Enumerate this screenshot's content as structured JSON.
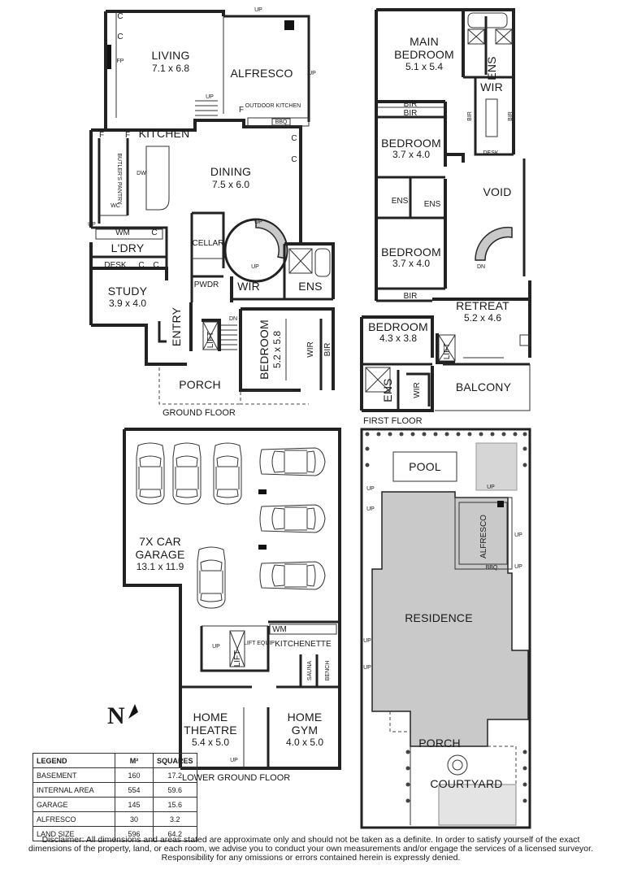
{
  "ground_floor": {
    "label": "GROUND FLOOR",
    "rooms": {
      "living": {
        "name": "LIVING",
        "dim": "7.1 x 6.8"
      },
      "alfresco": {
        "name": "ALFRESCO"
      },
      "outdoor_kitchen": {
        "name": "OUTDOOR KITCHEN"
      },
      "bbq": "BBQ",
      "kitchen": {
        "name": "KITCHEN"
      },
      "dining": {
        "name": "DINING",
        "dim": "7.5 x 6.0"
      },
      "butlers_pantry": "BUTLER'S PANTRY",
      "laundry": {
        "name": "L'DRY"
      },
      "wm": "WM",
      "desk": "DESK",
      "study": {
        "name": "STUDY",
        "dim": "3.9 x 4.0"
      },
      "cellar": "CELLAR",
      "pwdr": "PWDR",
      "wir": "WIR",
      "ens": "ENS",
      "entry": "ENTRY",
      "lift": "LIFT",
      "bedroom": {
        "name": "BEDROOM",
        "dim": "5.2 x 5.8"
      },
      "bir": "BIR",
      "porch": "PORCH"
    },
    "marks": {
      "up": "UP",
      "dn": "DN",
      "c": "C",
      "f": "F",
      "fp": "FP",
      "dw": "DW",
      "wc": "WC"
    }
  },
  "first_floor": {
    "label": "FIRST FLOOR",
    "rooms": {
      "main_bedroom": {
        "name1": "MAIN",
        "name2": "BEDROOM",
        "dim": "5.1 x 5.4"
      },
      "ens": "ENS",
      "wir": "WIR",
      "bir": "BIR",
      "bedroom1": {
        "name": "BEDROOM",
        "dim": "3.7 x 4.0"
      },
      "bedroom2": {
        "name": "BEDROOM",
        "dim": "3.7 x 4.0"
      },
      "bedroom3": {
        "name": "BEDROOM",
        "dim": "4.3 x 3.8"
      },
      "void": "VOID",
      "retreat": {
        "name": "RETREAT",
        "dim": "5.2 x 4.6"
      },
      "balcony": "BALCONY",
      "lift": "LIFT",
      "desk": "DESK"
    }
  },
  "lower_ground_floor": {
    "label": "LOWER GROUND FLOOR",
    "rooms": {
      "garage": {
        "name1": "7X CAR",
        "name2": "GARAGE",
        "dim": "13.1 x 11.9"
      },
      "lift": "LIFT",
      "lift_equip": "LIFT EQUIP",
      "wm": "WM",
      "kitchenette": "KITCHENETTE",
      "sauna": "SAUNA",
      "bench": "BENCH",
      "theatre": {
        "name1": "HOME",
        "name2": "THEATRE",
        "dim": "5.4 x 5.0"
      },
      "gym": {
        "name1": "HOME",
        "name2": "GYM",
        "dim": "4.0 x 5.0"
      }
    }
  },
  "site": {
    "pool": "POOL",
    "alfresco": "ALFRESCO",
    "residence": "RESIDENCE",
    "porch": "PORCH",
    "courtyard": "COURTYARD",
    "bbq": "BBQ"
  },
  "north": "N",
  "legend": {
    "headers": [
      "LEGEND",
      "M²",
      "SQUARES"
    ],
    "rows": [
      [
        "BASEMENT",
        "160",
        "17.2"
      ],
      [
        "INTERNAL AREA",
        "554",
        "59.6"
      ],
      [
        "GARAGE",
        "145",
        "15.6"
      ],
      [
        "ALFRESCO",
        "30",
        "3.2"
      ],
      [
        "LAND SIZE",
        "596",
        "64.2"
      ]
    ]
  },
  "disclaimer": "Disclaimer: All dimensions and areas stated are approximate only and should not be taken as a definite. In order to satisfy yourself of the exact dimensions of the property, land, or each room, we advise you to conduct your own measurements and/or engage the services of a licensed surveyor. Responsibility for any omissions or errors contained herein is expressly denied."
}
